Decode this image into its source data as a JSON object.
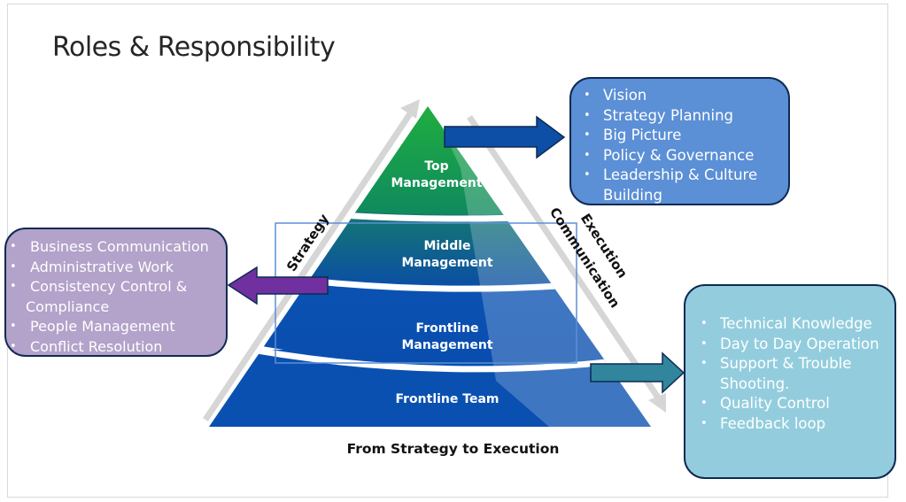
{
  "slide": {
    "title": "Roles & Responsibility",
    "caption": "From Strategy to Execution"
  },
  "pyramid": {
    "levels": [
      {
        "name": "Top Management",
        "line1": "Top",
        "line2": "Management",
        "color_top": "#22b33a",
        "color_bottom": "#0f8a5e"
      },
      {
        "name": "Middle Management",
        "line1": "Middle",
        "line2": "Management",
        "color_top": "#137a6f",
        "color_bottom": "#0c4fa0"
      },
      {
        "name": "Frontline Management",
        "line1": "Frontline",
        "line2": "Management",
        "color_top": "#0b51b0",
        "color_bottom": "#0a4fb0"
      },
      {
        "name": "Frontline Team",
        "line1": "Frontline Team",
        "color_top": "#0a50b1",
        "color_bottom": "#0a50b1"
      }
    ],
    "left_axis_label": "Strategy",
    "right_axis_labels": [
      "Execution",
      "Communication"
    ]
  },
  "boxes": {
    "top": {
      "color": "#5b8fd6",
      "arrow_color": "#0d4ea6",
      "items": [
        "Vision",
        "Strategy Planning",
        "Big Picture",
        "Policy & Governance",
        "Leadership & Culture"
      ],
      "continuation": "Building"
    },
    "middle": {
      "color": "#b3a2c9",
      "arrow_color": "#7030a0",
      "items": [
        "Business Communication",
        "Administrative Work",
        "Consistency Control &"
      ],
      "continuation": "Compliance",
      "items_after": [
        "People Management",
        "Conflict Resolution"
      ]
    },
    "frontline": {
      "color": "#93cddd",
      "arrow_color": "#31859c",
      "items": [
        "Technical Knowledge",
        "Day to Day Operation",
        "Support & Trouble"
      ],
      "continuation": "Shooting.",
      "items_after": [
        "Quality Control",
        "Feedback loop"
      ]
    }
  }
}
